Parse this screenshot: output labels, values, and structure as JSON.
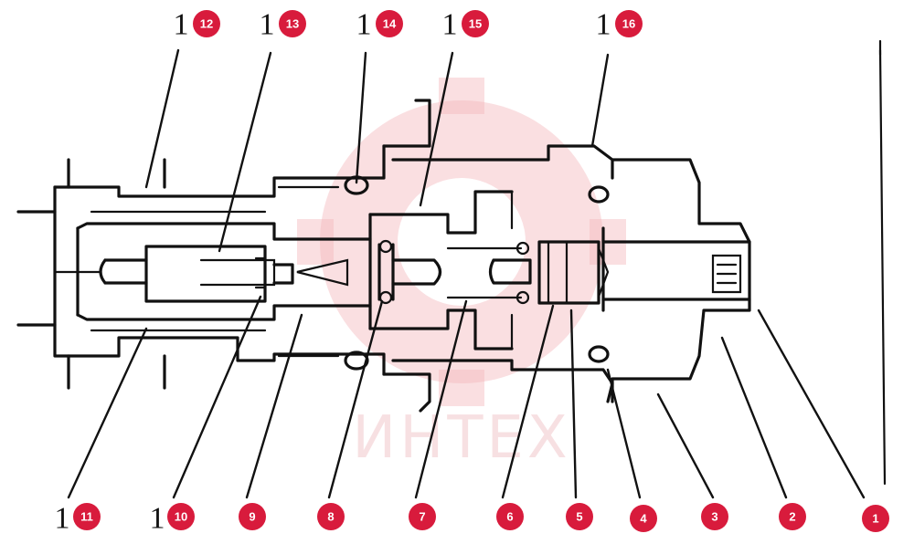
{
  "watermark": "ИНТЕХ",
  "top_callouts": [
    {
      "id": "12",
      "orig": "1"
    },
    {
      "id": "13",
      "orig": "1"
    },
    {
      "id": "14",
      "orig": "1"
    },
    {
      "id": "15",
      "orig": "1"
    },
    {
      "id": "16",
      "orig": "1"
    }
  ],
  "bottom_callouts": [
    {
      "id": "11",
      "orig": "1"
    },
    {
      "id": "10",
      "orig": "1"
    },
    {
      "id": "9",
      "orig": ""
    },
    {
      "id": "8",
      "orig": ""
    },
    {
      "id": "7",
      "orig": ""
    },
    {
      "id": "6",
      "orig": ""
    },
    {
      "id": "5",
      "orig": ""
    },
    {
      "id": "4",
      "orig": ""
    },
    {
      "id": "3",
      "orig": ""
    },
    {
      "id": "2",
      "orig": ""
    },
    {
      "id": "1",
      "orig": ""
    }
  ],
  "colors": {
    "badge": "#d81b3c",
    "line": "#111111",
    "watermark": "#f4b7bd"
  }
}
